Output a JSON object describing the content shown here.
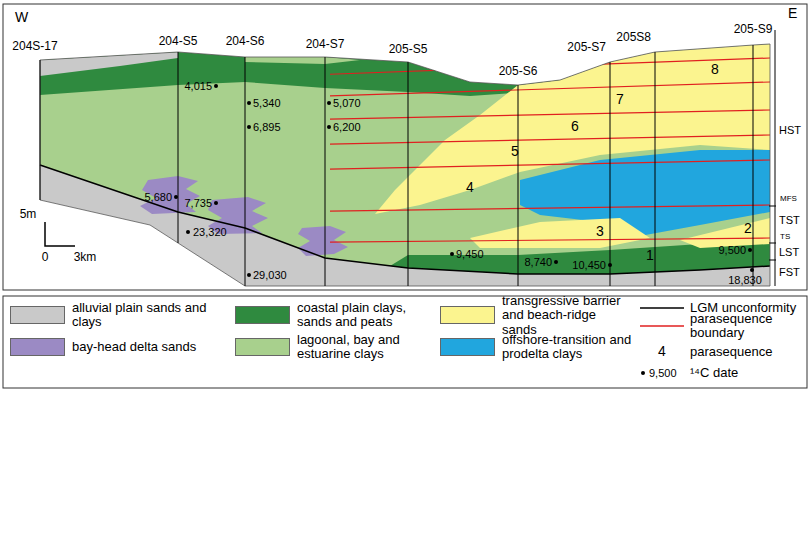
{
  "diagram": {
    "labels": [
      "W",
      "E",
      "204S-17",
      "204-S5",
      "204-S6",
      "204-S7",
      "205-S5",
      "205-S6",
      "205-S7",
      "205S8",
      "205-S9",
      "5m",
      "0",
      "3km",
      "4,015",
      "5,340",
      "5,070",
      "5,680",
      "6,895",
      "6,200",
      "7,735",
      "23,320",
      "29,030",
      "9,450",
      "8,740",
      "10,450",
      "9,500",
      "18,830",
      "1",
      "2",
      "3",
      "4",
      "5",
      "6",
      "7",
      "8",
      "HST",
      "MFS",
      "TST",
      "TS",
      "LST",
      "FST",
      "4",
      "9,500"
    ],
    "legend": [
      {
        "text": "alluvial plain sands and clays",
        "color": "#c9c9c9"
      },
      {
        "text": "bay-head delta sands",
        "color": "#9b8ac4"
      },
      {
        "text": "coastal plain clays, sands and peats",
        "color": "#2f8a3f"
      },
      {
        "text": "lagoonal, bay and estuarine clays",
        "color": "#a8d08d"
      },
      {
        "text": "transgressive barrier and beach-ridge sands",
        "color": "#fbf48f"
      },
      {
        "text": "offshore-transition and prodelta clays",
        "color": "#21a6de"
      },
      {
        "text": "LGM unconformity"
      },
      {
        "text": "parasequence boundary"
      },
      {
        "text": "parasequence"
      },
      {
        "text": "¹⁴C date"
      }
    ]
  }
}
